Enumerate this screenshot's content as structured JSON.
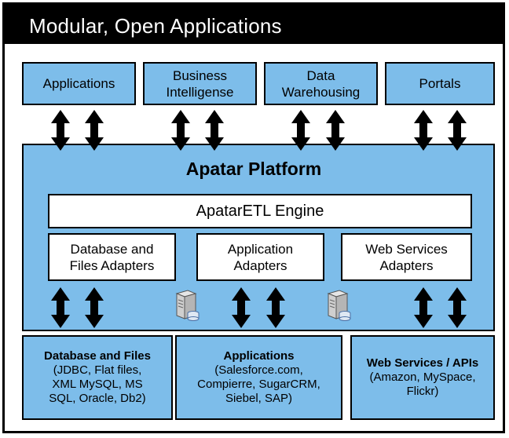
{
  "title": "Modular, Open Applications",
  "top_boxes": [
    {
      "label": "Applications"
    },
    {
      "label": "Business\nIntelligense"
    },
    {
      "label": "Data\nWarehousing"
    },
    {
      "label": "Portals"
    }
  ],
  "platform": {
    "title": "Apatar Platform",
    "engine": "ApatarETL Engine",
    "adapters": [
      {
        "label": "Database and\nFiles Adapters"
      },
      {
        "label": "Application\nAdapters"
      },
      {
        "label": "Web Services\nAdapters"
      }
    ]
  },
  "bottom_boxes": [
    {
      "title": "Database and Files",
      "body": "(JDBC, Flat files,\nXML MySQL, MS\nSQL, Oracle, Db2)"
    },
    {
      "title": "Applications",
      "body": "(Salesforce.com,\nCompierre, SugarCRM,\nSiebel, SAP)"
    },
    {
      "title": "Web Services / APIs",
      "body": "(Amazon, MySpace,\nFlickr)"
    }
  ],
  "icons": {
    "arrow": "double-headed-arrow-icon",
    "server": "server-icon",
    "colors": {
      "box_fill": "#7dbdea",
      "frame": "#000000",
      "title_bar": "#000000"
    }
  }
}
